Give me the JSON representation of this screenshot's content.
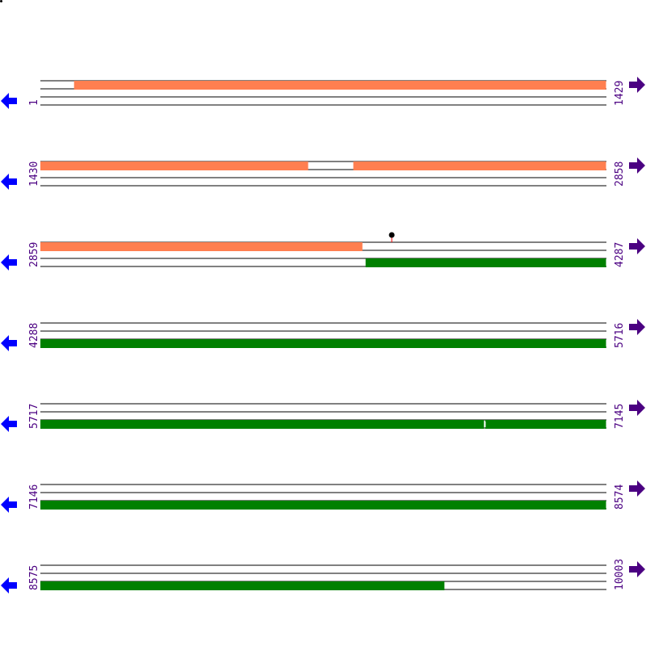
{
  "colors": {
    "track1": "#ff7f50",
    "track2": "#008000",
    "line": "#000000",
    "arrow_left": "#0000ff",
    "arrow_right": "#4b0082",
    "label": "#4b0082",
    "marker_stem": "#ff0000",
    "marker_head": "#000000"
  },
  "sequence": {
    "start": 1,
    "end": 10003,
    "bases_per_row": 1429
  },
  "rows": [
    {
      "start_label": "1",
      "end_label": "1429",
      "top_segments": [
        {
          "from": 1,
          "to": 86,
          "filled": false
        },
        {
          "from": 86,
          "to": 1429,
          "filled": true
        }
      ],
      "bottom_segments": [
        {
          "from": 1,
          "to": 1429,
          "filled": false
        }
      ]
    },
    {
      "start_label": "1430",
      "end_label": "2858",
      "top_segments": [
        {
          "from": 1430,
          "to": 2106,
          "filled": true
        },
        {
          "from": 2106,
          "to": 2220,
          "filled": false
        },
        {
          "from": 2220,
          "to": 2858,
          "filled": true
        }
      ],
      "bottom_segments": [
        {
          "from": 1430,
          "to": 2858,
          "filled": false
        }
      ]
    },
    {
      "start_label": "2859",
      "end_label": "4287",
      "top_segments": [
        {
          "from": 2859,
          "to": 3672,
          "filled": true
        },
        {
          "from": 3672,
          "to": 4287,
          "filled": false
        }
      ],
      "bottom_segments": [
        {
          "from": 2859,
          "to": 3680,
          "filled": false
        },
        {
          "from": 3680,
          "to": 4287,
          "filled": true
        }
      ],
      "markers": [
        {
          "position": 3746
        }
      ]
    },
    {
      "start_label": "4288",
      "end_label": "5716",
      "top_segments": [
        {
          "from": 4288,
          "to": 5716,
          "filled": false
        }
      ],
      "bottom_segments": [
        {
          "from": 4288,
          "to": 5716,
          "filled": true
        }
      ]
    },
    {
      "start_label": "5717",
      "end_label": "7145",
      "top_segments": [
        {
          "from": 5717,
          "to": 7145,
          "filled": false
        }
      ],
      "bottom_segments": [
        {
          "from": 5717,
          "to": 6837,
          "filled": true
        },
        {
          "from": 6837,
          "to": 6840,
          "filled": false
        },
        {
          "from": 6840,
          "to": 7145,
          "filled": true
        }
      ]
    },
    {
      "start_label": "7146",
      "end_label": "8574",
      "top_segments": [
        {
          "from": 7146,
          "to": 8574,
          "filled": false
        }
      ],
      "bottom_segments": [
        {
          "from": 7146,
          "to": 8574,
          "filled": true
        }
      ]
    },
    {
      "start_label": "8575",
      "end_label": "10003",
      "top_segments": [
        {
          "from": 8575,
          "to": 10003,
          "filled": false
        }
      ],
      "bottom_segments": [
        {
          "from": 8575,
          "to": 9595,
          "filled": true
        },
        {
          "from": 9595,
          "to": 10003,
          "filled": false
        }
      ]
    }
  ],
  "icons": {
    "left": "arrow-left-icon",
    "right": "arrow-right-icon"
  }
}
